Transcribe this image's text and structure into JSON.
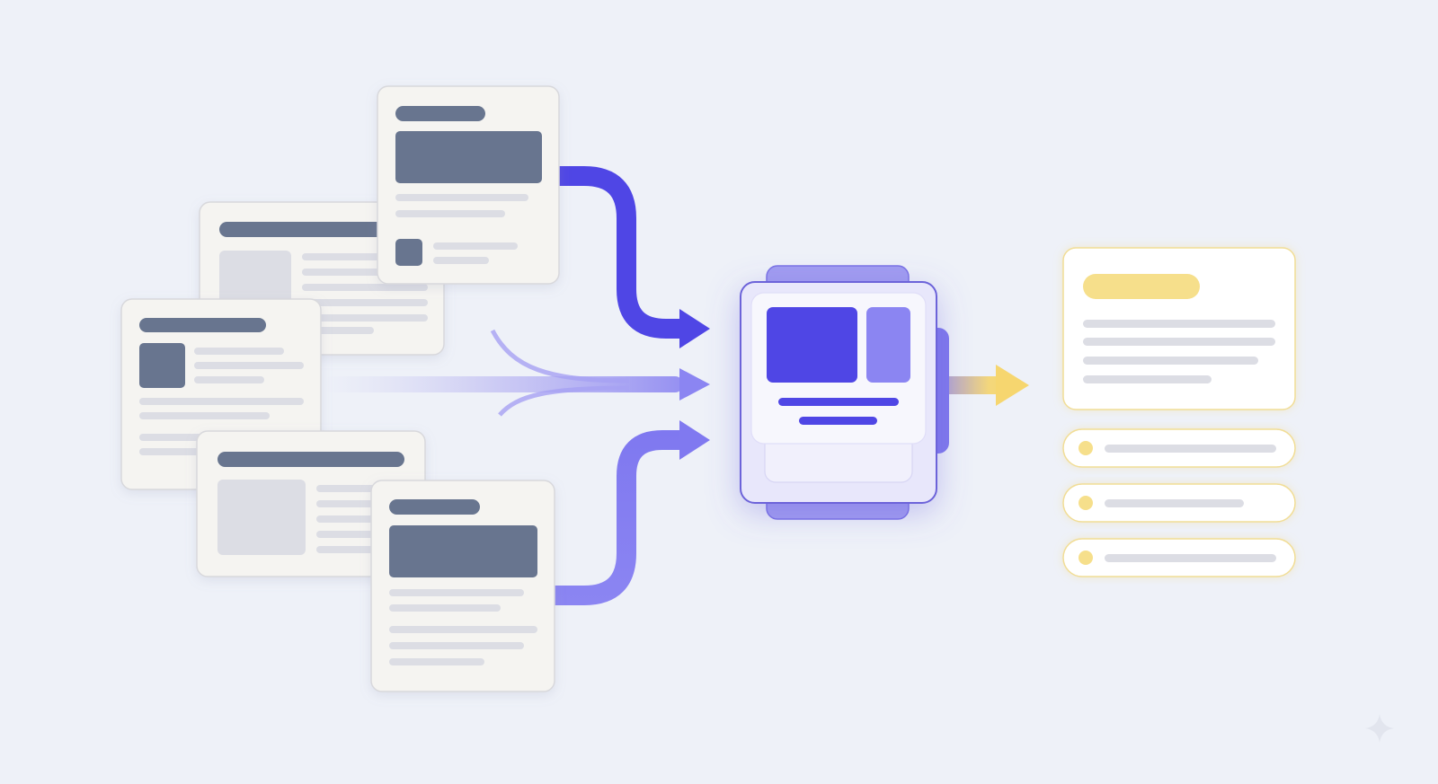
{
  "diagram": {
    "kind": "document-aggregation-flow",
    "sources": [
      {
        "id": "source-card-top",
        "variant": "dark-image"
      },
      {
        "id": "source-card-middle-back",
        "variant": "light-image"
      },
      {
        "id": "source-card-left",
        "variant": "dark-thumbnail"
      },
      {
        "id": "source-card-lower-back",
        "variant": "light-image"
      },
      {
        "id": "source-card-bottom",
        "variant": "dark-image"
      }
    ],
    "hub": {
      "id": "hub-stack",
      "accent": "#4f46e5",
      "secondary": "#8b85f2"
    },
    "output": {
      "id": "summary-card",
      "accent": "#f6df8b",
      "list_items": 3
    },
    "connectors": [
      {
        "id": "arrow-top-to-hub",
        "color": "#4f46e5"
      },
      {
        "id": "arrow-middle-to-hub",
        "color": "#8b85f2"
      },
      {
        "id": "arrow-bottom-to-hub",
        "color": "#8b85f2"
      },
      {
        "id": "arrow-hub-to-output",
        "color": "#f4d77a"
      }
    ],
    "colors": {
      "background": "#eef1f8",
      "card_fill": "#f5f4f1",
      "card_border": "#d8d8dc",
      "placeholder_dark": "#67758f",
      "placeholder_light": "#dcdde4",
      "hub_border": "#6c63d9"
    }
  }
}
